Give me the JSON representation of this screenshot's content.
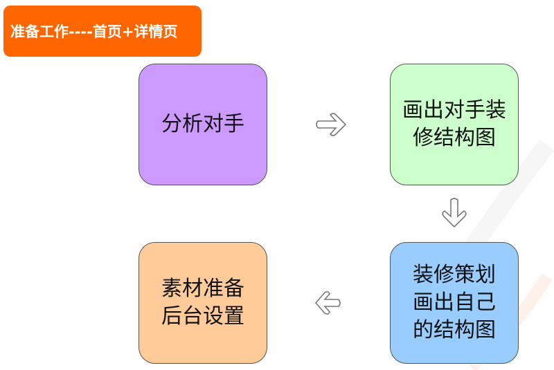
{
  "banner": {
    "title": "准备工作----首页+详情页"
  },
  "steps": [
    {
      "lines": [
        "分析对手"
      ],
      "color": "#cc99ff"
    },
    {
      "lines": [
        "画出对手装",
        "修结构图"
      ],
      "color": "#ccffcc"
    },
    {
      "lines": [
        "装修策划",
        "画出自己",
        "的结构图"
      ],
      "color": "#99ccff"
    },
    {
      "lines": [
        "素材准备",
        "后台设置"
      ],
      "color": "#ffcc99"
    }
  ],
  "arrows": [
    "arrow-right-icon",
    "arrow-down-icon",
    "arrow-left-icon"
  ]
}
